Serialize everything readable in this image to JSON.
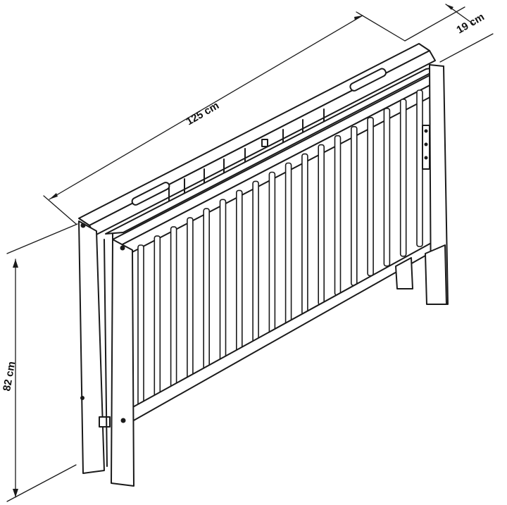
{
  "dimensions": {
    "width_label": "125 cm",
    "depth_label": "19 cm",
    "height_label": "82 cm"
  },
  "colors": {
    "stroke": "#1a1a1a",
    "background": "#ffffff"
  },
  "counts": {
    "front_slats": 18
  }
}
